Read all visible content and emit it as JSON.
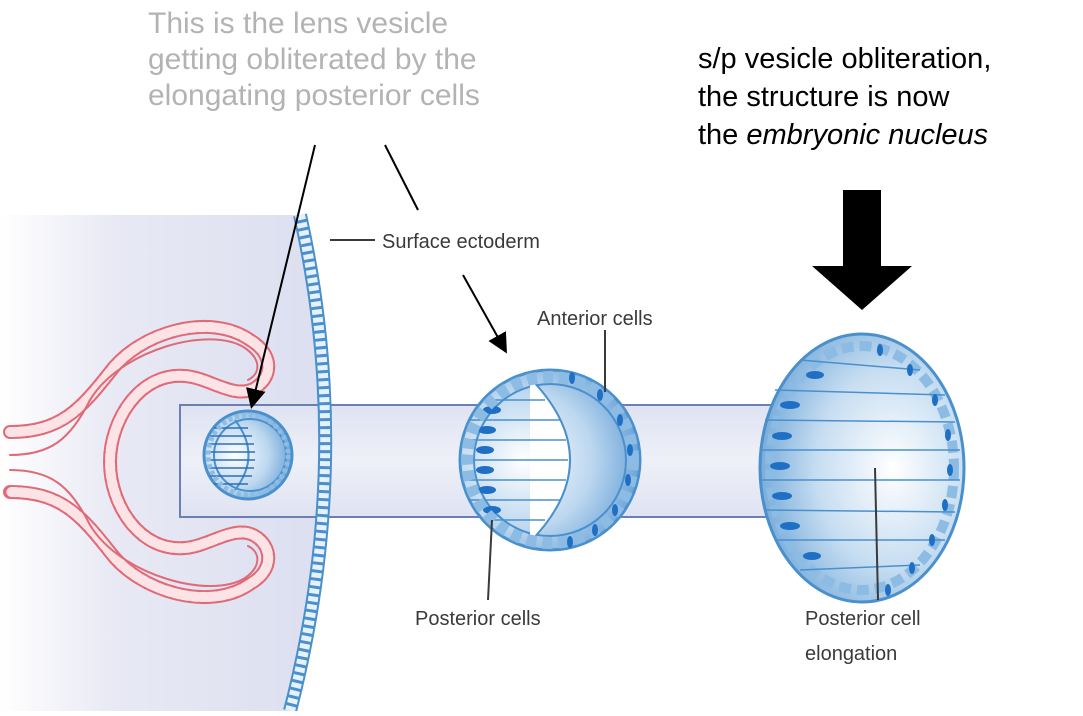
{
  "annotations": {
    "vesicle_note": [
      "This is the lens vesicle",
      "getting obliterated by the",
      "elongating posterior cells"
    ],
    "nucleus_note": {
      "line1": "s/p vesicle obliteration,",
      "line2": "the structure is now",
      "line3_prefix": "the ",
      "line3_italic": "embryonic nucleus"
    }
  },
  "labels": {
    "surface_ectoderm": "Surface ectoderm",
    "anterior_cells": "Anterior cells",
    "posterior_cells": "Posterior cells",
    "posterior_cell_elongation": [
      "Posterior cell",
      "elongation"
    ]
  },
  "colors": {
    "optic_cup": "#e06a78",
    "ectoderm": "#4a90cc",
    "vesicle_fill": "#bcd7ef",
    "nucleus": "#1f6fc4",
    "background_tissue": "#e4e6f3",
    "arrow": "#000000"
  }
}
